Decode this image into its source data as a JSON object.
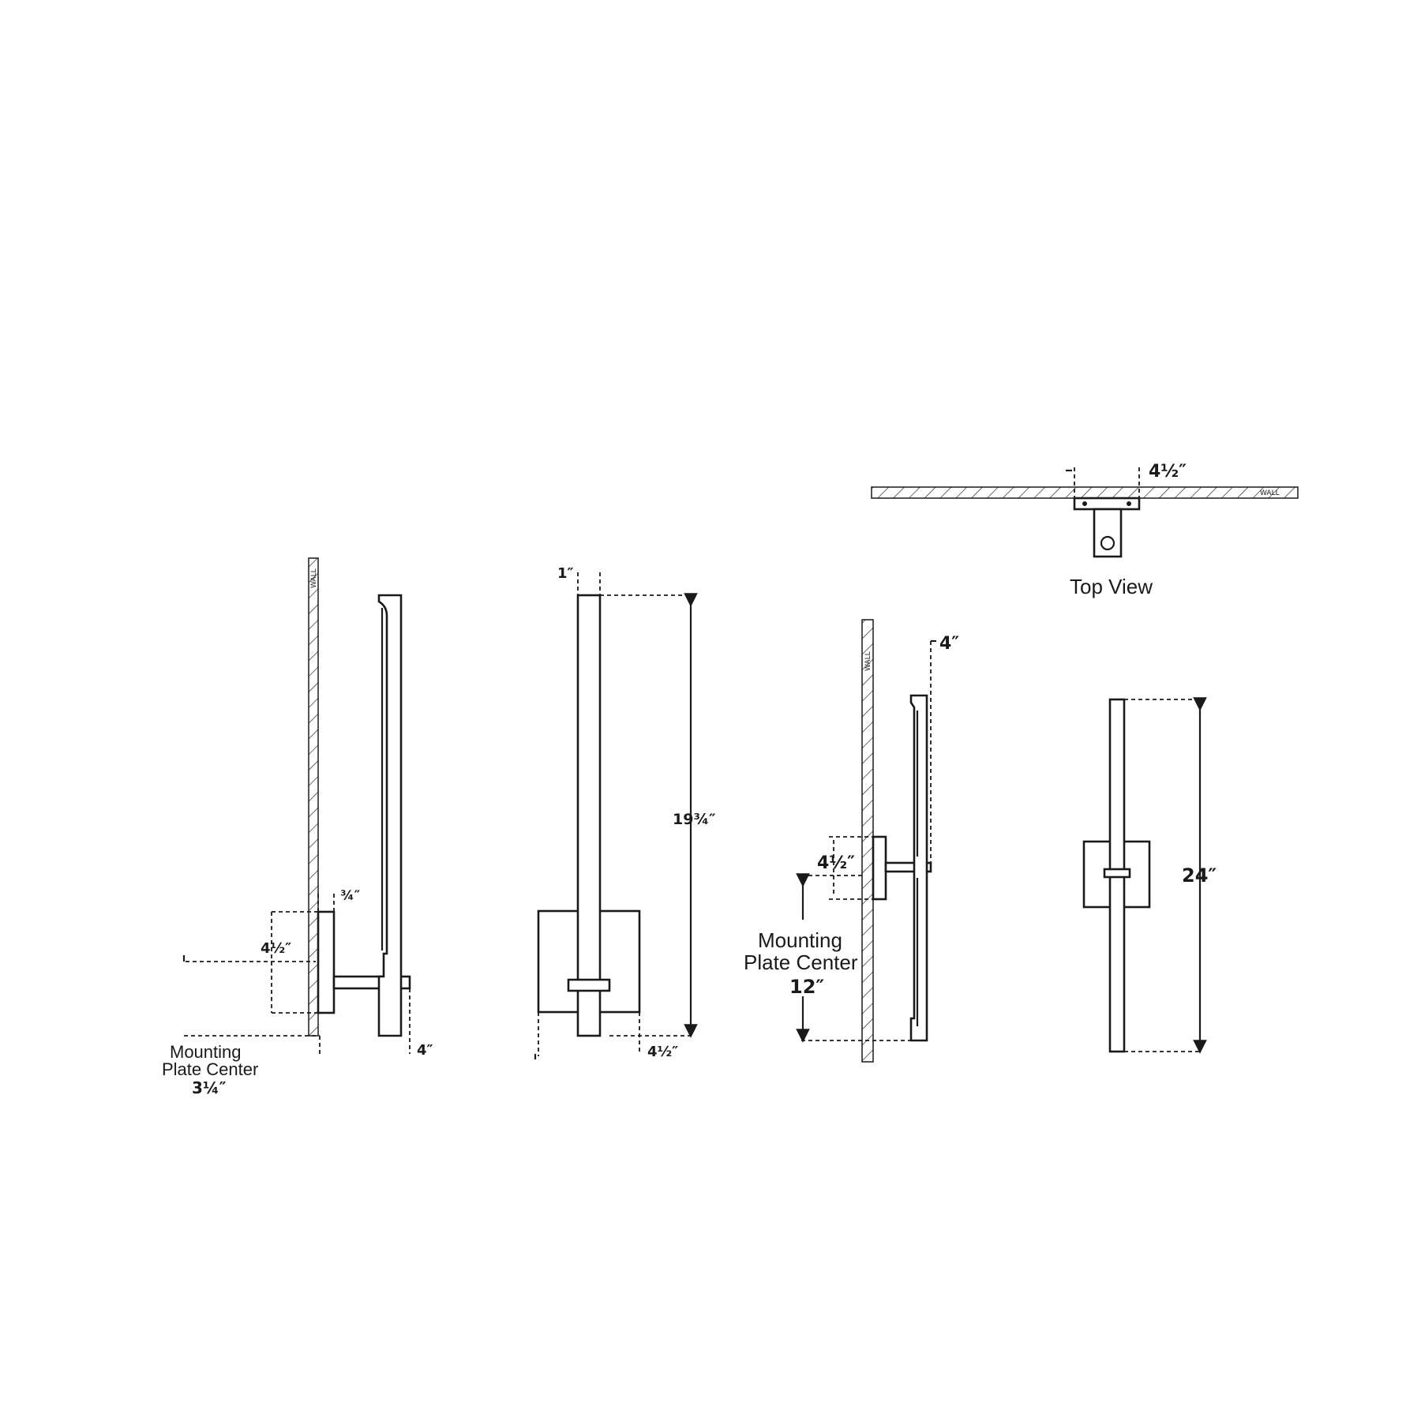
{
  "views": {
    "side_left": {
      "wall_label": "WALL",
      "dim_plate_depth": "¾″",
      "dim_plate_height": "4½″",
      "dim_projection": "4″",
      "mount_label_1": "Mounting",
      "mount_label_2": "Plate Center",
      "mount_value": "3¼″"
    },
    "front_short": {
      "dim_width": "1″",
      "dim_height": "19¾″",
      "dim_plate_width": "4½″"
    },
    "top_view": {
      "dim_width": "4½″",
      "wall_label": "WALL",
      "caption": "Top View"
    },
    "side_tall": {
      "wall_label": "WALL",
      "dim_projection": "4″",
      "dim_plate_height": "4½″",
      "mount_label_1": "Mounting",
      "mount_label_2": "Plate Center",
      "mount_value": "12″"
    },
    "front_tall": {
      "dim_height": "24″"
    }
  }
}
